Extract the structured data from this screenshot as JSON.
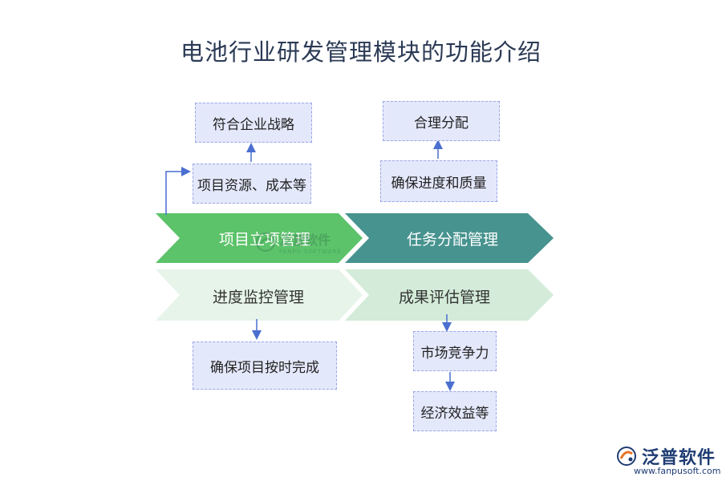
{
  "title": "电池行业研发管理模块的功能介绍",
  "chevrons": {
    "project_setup": "项目立项管理",
    "task_allocation": "任务分配管理",
    "progress_monitoring": "进度监控管理",
    "result_evaluation": "成果评估管理"
  },
  "boxes": {
    "strategy": "符合企业战略",
    "resources": "项目资源、成本等",
    "reasonable_allocation": "合理分配",
    "quality": "确保进度和质量",
    "on_time": "确保项目按时完成",
    "competitiveness": "市场竞争力",
    "economic_benefit": "经济效益等"
  },
  "watermark": {
    "text": "泛普软件",
    "sub": "FANPU SOFTWARE"
  },
  "logo": {
    "name": "泛普软件",
    "url": "www.fanpusoft.com"
  },
  "colors": {
    "chevron_green": "#5cc36a",
    "chevron_teal": "#47938f",
    "chevron_light_green": "#e6f4e9",
    "chevron_mint": "#d3ebd8",
    "box_fill": "#e4e8fb",
    "box_border": "#9aa6e8",
    "arrow": "#4a6fd0"
  }
}
